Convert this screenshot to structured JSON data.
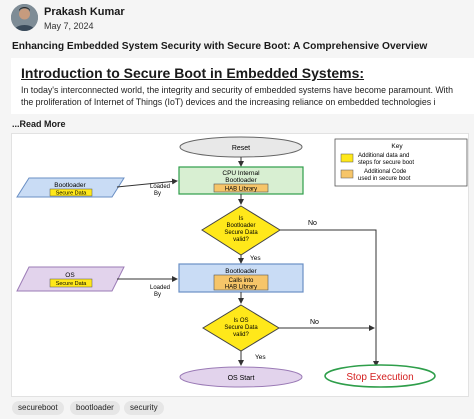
{
  "post": {
    "author": "Prakash Kumar",
    "date": "May 7, 2024",
    "title": "Enhancing Embedded System Security with Secure Boot: A Comprehensive Overview"
  },
  "preview": {
    "heading": "Introduction to Secure Boot in Embedded Systems:",
    "line1": "In today's interconnected world, the integrity and security of embedded systems have become paramount. With",
    "line2": "the proliferation of Internet of Things (IoT) devices and the increasing reliance on embedded technologies i"
  },
  "read_more": "...Read More",
  "diagram": {
    "reset": "Reset",
    "cpu_line1": "CPU Internal",
    "cpu_line2": "Bootloader",
    "hab_library": "HAB Library",
    "bootloader_label": "Bootloader",
    "secure_data": "Secure Data",
    "loaded_by": "Loaded",
    "by": "By",
    "decision1_l1": "Is",
    "decision1_l2": "Bootloader",
    "decision1_l3": "Secure Data",
    "decision1_l4": "valid?",
    "no": "No",
    "yes": "Yes",
    "os_label": "OS",
    "os_secure_data": "Secure Data",
    "bootloader2": "Bootloader",
    "calls_into": "Calls into",
    "hab_library2": "HAB Library",
    "decision2_l1": "Is OS",
    "decision2_l2": "Secure Data",
    "decision2_l3": "valid?",
    "os_start": "OS Start",
    "stop_execution": "Stop Execution",
    "key_title": "Key",
    "key_yellow_l1": "Additional data and",
    "key_yellow_l2": "steps for secure boot",
    "key_orange_l1": "Additional Code",
    "key_orange_l2": "used in secure boot",
    "colors": {
      "yellow": "#ffe81a",
      "orange": "#f6c569",
      "blue_fill": "#c9dcf5",
      "green_fill": "#d8efd2",
      "purple_fill": "#e2d3ec",
      "green_stroke": "#2e9e4a"
    }
  },
  "tags": [
    "secureboot",
    "bootloader",
    "security"
  ]
}
